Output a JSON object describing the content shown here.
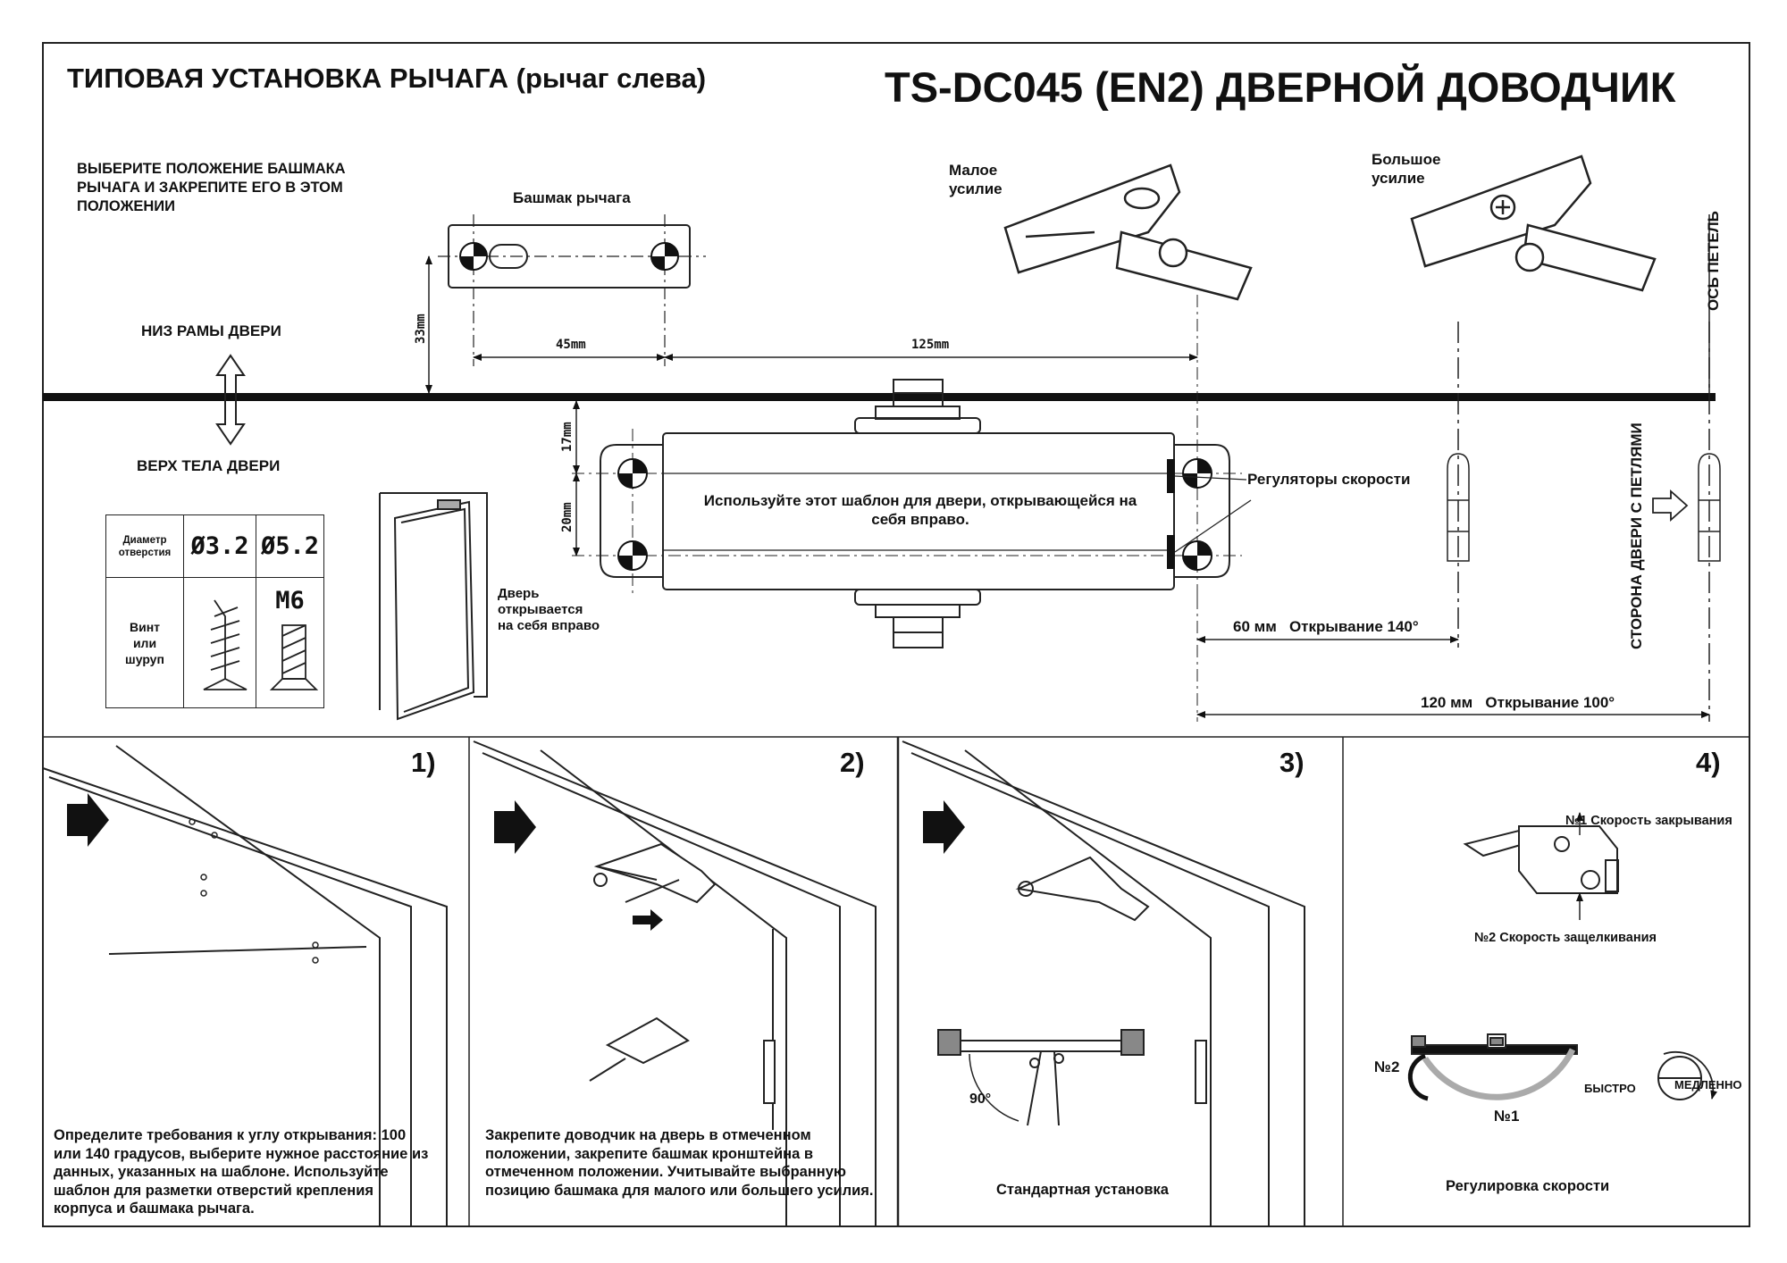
{
  "header": {
    "title": "ТИПОВАЯ УСТАНОВКА РЫЧАГА (рычаг слева)",
    "product": "TS-DC045 (EN2) ДВЕРНОЙ ДОВОДЧИК"
  },
  "template": {
    "instruction": "ВЫБЕРИТЕ ПОЛОЖЕНИЕ БАШМАКА РЫЧАГА И ЗАКРЕПИТЕ ЕГО В ЭТОМ ПОЛОЖЕНИИ",
    "shoe_label": "Башмак рычага",
    "low_force": "Малое\nусилие",
    "high_force": "Большое\nусилие",
    "frame_bottom": "НИЗ РАМЫ ДВЕРИ",
    "door_top": "ВЕРХ ТЕЛА ДВЕРИ",
    "hinge_axis": "ОСЬ ПЕТЕЛЬ",
    "hinge_side": "СТОРОНА ДВЕРИ С ПЕТЛЯМИ",
    "speed_regulators": "Регуляторы скорости",
    "body_note": "Используйте этот шаблон для двери, открывающейся на себя вправо.",
    "door_opens": "Дверь\nоткрывается\nна себя вправо",
    "dims": {
      "d33": "33mm",
      "d45": "45mm",
      "d125": "125mm",
      "d17": "17mm",
      "d20": "20mm",
      "open140": "60 мм   Открывание 140°",
      "open100": "120 мм   Открывание 100°"
    },
    "hole_table": {
      "diameter_header": "Диаметр\nотверстия",
      "d1": "Ø3.2",
      "d2": "Ø5.2",
      "screw_header": "Винт\nили\nшуруп",
      "m6": "M6"
    }
  },
  "steps": [
    {
      "number": "1)",
      "text": "Определите требования к углу открывания: 100 или 140 градусов, выберите нужное расстояние из данных, указанных на шаблоне. Используйте шаблон для разметки отверстий крепления корпуса и башмака рычага."
    },
    {
      "number": "2)",
      "text": "Закрепите доводчик на дверь в отмеченном положении, закрепите башмак кронштейна в отмеченном положении. Учитывайте выбранную позицию башмака для малого или большего усилия."
    },
    {
      "number": "3)",
      "text": "Стандартная установка",
      "angle": "90°"
    },
    {
      "number": "4)",
      "text": "Регулировка скорости",
      "speed1": "№1 Скорость закрывания",
      "speed2": "№2 Скорость защелкивания",
      "n1": "№1",
      "n2": "№2",
      "fast": "БЫСТРО",
      "slow": "МЕДЛЕННО"
    }
  ]
}
